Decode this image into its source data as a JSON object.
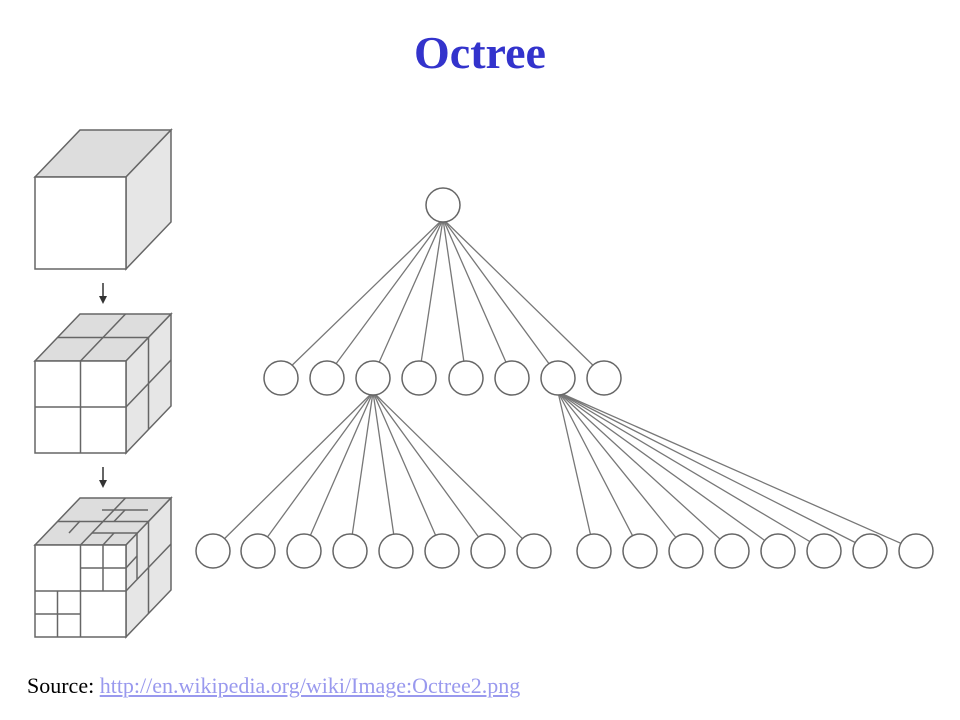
{
  "title": "Octree",
  "source": {
    "label": "Source:",
    "url": "http://en.wikipedia.org/wiki/Image:Octree2.png"
  },
  "colors": {
    "title": "#3333cc",
    "link": "#9999ee",
    "line": "#666666",
    "cube_top": "#dddddd",
    "cube_side": "#e6e6e6",
    "cube_front": "#ffffff"
  },
  "diagram": {
    "cubes": [
      {
        "name": "root-cube",
        "subdivision_level": 0
      },
      {
        "name": "subdivided-cube",
        "subdivision_level": 1
      },
      {
        "name": "further-subdivided-cube",
        "subdivision_level": 2
      }
    ],
    "tree": {
      "root_children": 8,
      "expanded_children": [
        3,
        7
      ],
      "grandchildren_per_expanded": 8
    }
  }
}
